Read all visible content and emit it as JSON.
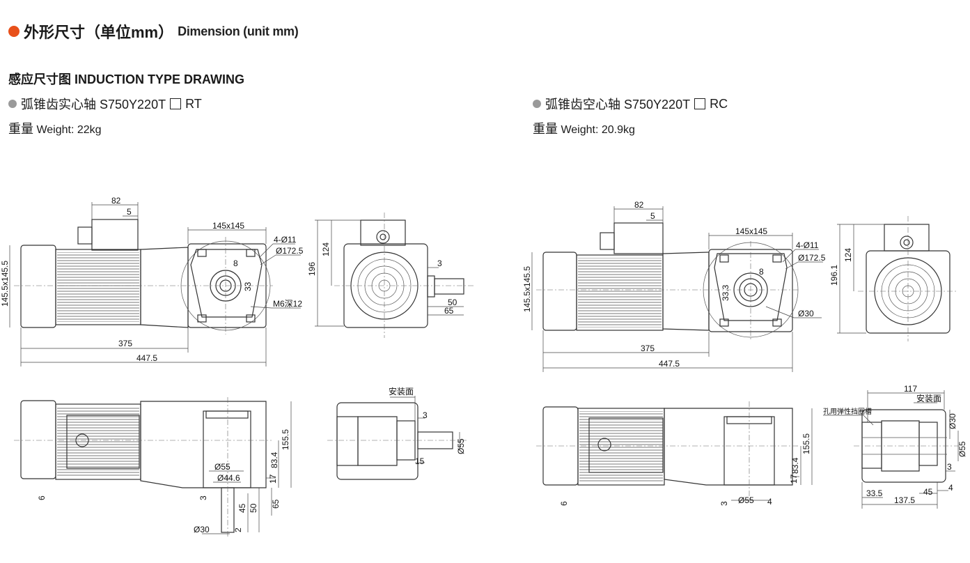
{
  "header": {
    "title_cn": "外形尺寸（单位mm）",
    "title_en": "Dimension (unit mm)"
  },
  "subtitle": "感应尺寸图 INDUCTION TYPE DRAWING",
  "left": {
    "model": "弧锥齿实心轴  S750Y220T",
    "model_suffix": "RT",
    "weight_cn": "重量",
    "weight_en": "Weight: 22kg",
    "dims": {
      "d82": "82",
      "d5": "5",
      "d145": "145x145",
      "d4011": "4-Ø11",
      "d1725": "Ø172.5",
      "d8": "8",
      "d33": "33",
      "dm6": "M6深12",
      "d145s": "145.5x145.5",
      "d375": "375",
      "d4475": "447.5",
      "d124": "124",
      "d196": "196",
      "d3": "3",
      "d50": "50",
      "d65": "65",
      "b155": "155.5",
      "b834": "83.4",
      "b17": "17",
      "b6": "6",
      "b55": "Ø55",
      "b446": "Ø44.6",
      "b3": "3",
      "b45": "45",
      "b50": "50",
      "b65": "65",
      "b30": "Ø30",
      "b2": "2",
      "c_mount": "安装面",
      "c3": "3",
      "c55": "Ø55",
      "c15": "15"
    }
  },
  "right": {
    "model": "弧锥齿空心轴  S750Y220T",
    "model_suffix": "RC",
    "weight_cn": "重量",
    "weight_en": "Weight: 20.9kg",
    "dims": {
      "d82": "82",
      "d5": "5",
      "d145": "145x145",
      "d4011": "4-Ø11",
      "d1725": "Ø172.5",
      "d8": "8",
      "d333": "33.3",
      "d30": "Ø30",
      "d145s": "145.5x145.5",
      "d375": "375",
      "d4475": "447.5",
      "d124": "124",
      "d1961": "196.1",
      "b155": "155.5",
      "b834": "83.4",
      "b17": "17",
      "b6": "6",
      "b55": "Ø55",
      "b3": "3",
      "b4": "4",
      "c117": "117",
      "c_mount": "安装面",
      "c_ring": "孔用弹性挡圈槽",
      "c30": "Ø30",
      "c55": "Ø55",
      "c3": "3",
      "c4": "4",
      "c45": "45",
      "c335": "33.5",
      "c1375": "137.5"
    }
  },
  "colors": {
    "accent": "#e8501a",
    "bullet": "#9a9a9a",
    "line": "#333333"
  }
}
